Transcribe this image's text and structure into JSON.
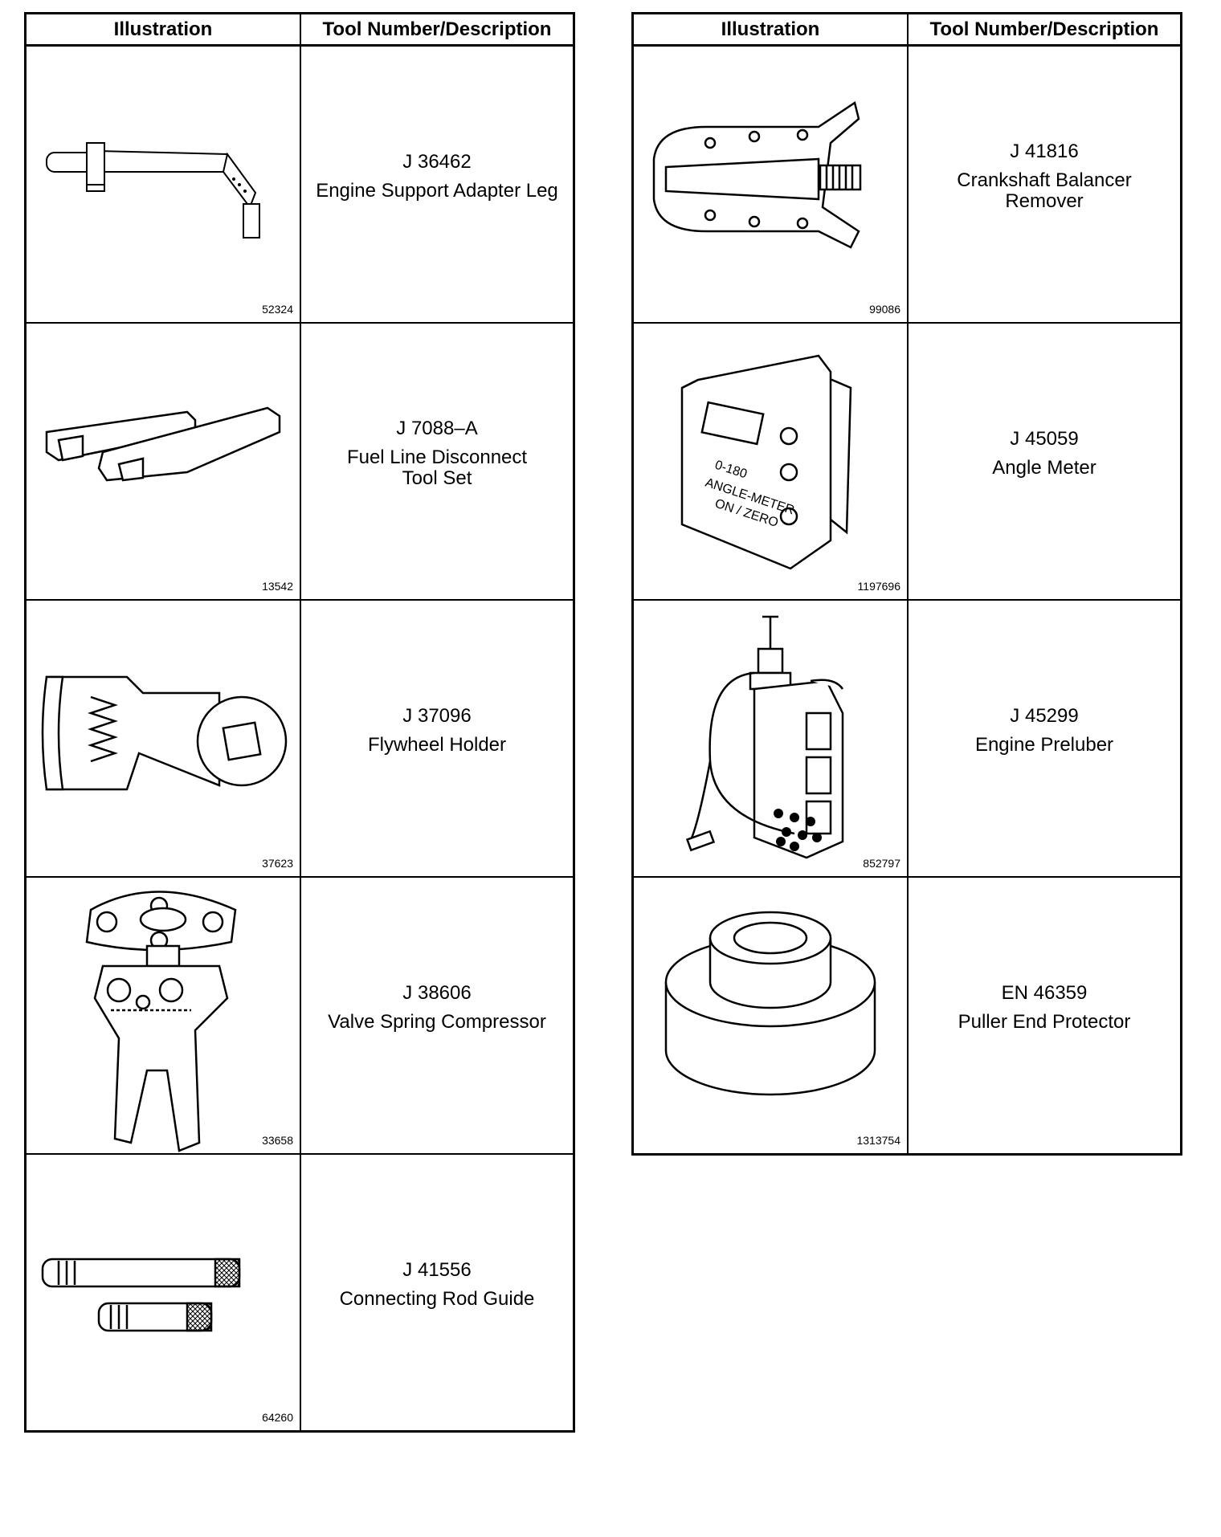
{
  "headers": {
    "illustration": "Illustration",
    "tool": "Tool Number/Description"
  },
  "left": [
    {
      "number": "J 36462",
      "name": "Engine Support Adapter Leg",
      "figure": "52324",
      "icon": "engine-support-adapter-leg"
    },
    {
      "number": "J 7088–A",
      "name": "Fuel Line Disconnect\nTool Set",
      "figure": "13542",
      "icon": "fuel-line-disconnect-tool"
    },
    {
      "number": "J 37096",
      "name": "Flywheel Holder",
      "figure": "37623",
      "icon": "flywheel-holder"
    },
    {
      "number": "J 38606",
      "name": "Valve Spring Compressor",
      "figure": "33658",
      "icon": "valve-spring-compressor"
    },
    {
      "number": "J 41556",
      "name": "Connecting Rod Guide",
      "figure": "64260",
      "icon": "connecting-rod-guide"
    }
  ],
  "right": [
    {
      "number": "J 41816",
      "name": "Crankshaft Balancer\nRemover",
      "figure": "99086",
      "icon": "balancer-remover"
    },
    {
      "number": "J 45059",
      "name": "Angle Meter",
      "figure": "1197696",
      "icon": "angle-meter",
      "device_text": {
        "range": "0-180",
        "label": "ANGLE-METER",
        "button": "ON / ZERO"
      }
    },
    {
      "number": "J 45299",
      "name": "Engine Preluber",
      "figure": "852797",
      "icon": "engine-preluber"
    },
    {
      "number": "EN 46359",
      "name": "Puller End Protector",
      "figure": "1313754",
      "icon": "puller-end-protector"
    }
  ]
}
